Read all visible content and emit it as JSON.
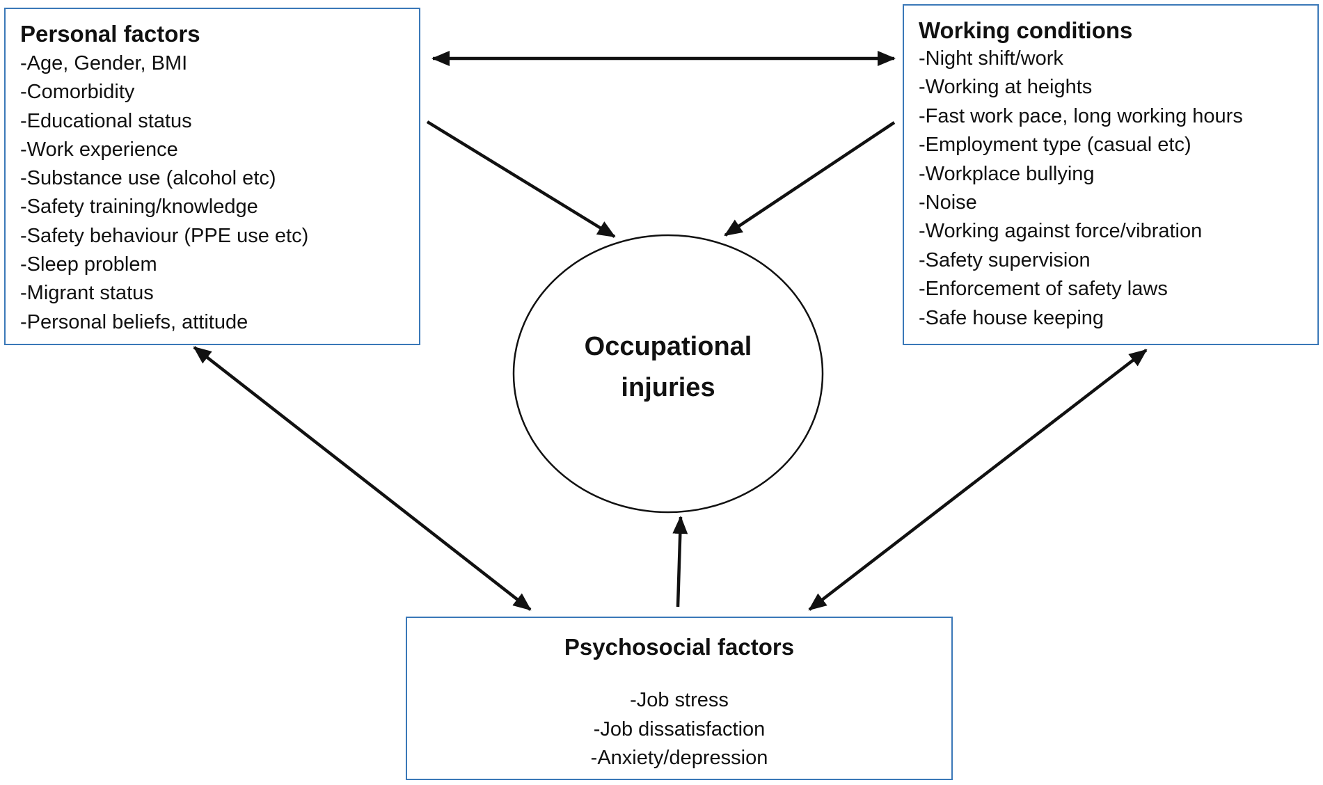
{
  "personal_factors": {
    "title": "Personal factors",
    "items": [
      "-Age, Gender, BMI",
      "-Comorbidity",
      "-Educational status",
      "-Work experience",
      "-Substance use (alcohol etc)",
      "-Safety training/knowledge",
      "-Safety behaviour (PPE use etc)",
      "-Sleep problem",
      "-Migrant status",
      "-Personal beliefs, attitude"
    ]
  },
  "working_conditions": {
    "title": "Working conditions",
    "items": [
      "-Night shift/work",
      "-Working at heights",
      "-Fast work pace, long working hours",
      "-Employment type (casual etc)",
      "-Workplace bullying",
      "-Noise",
      "-Working against force/vibration",
      "-Safety supervision",
      "-Enforcement of safety laws",
      "-Safe house keeping"
    ]
  },
  "psychosocial_factors": {
    "title": "Psychosocial factors",
    "items": [
      "-Job stress",
      "-Job dissatisfaction",
      "-Anxiety/depression"
    ]
  },
  "center": {
    "line1": "Occupational",
    "line2": "injuries"
  },
  "colors": {
    "box_border": "#3a78b8",
    "arrow": "#111111"
  }
}
